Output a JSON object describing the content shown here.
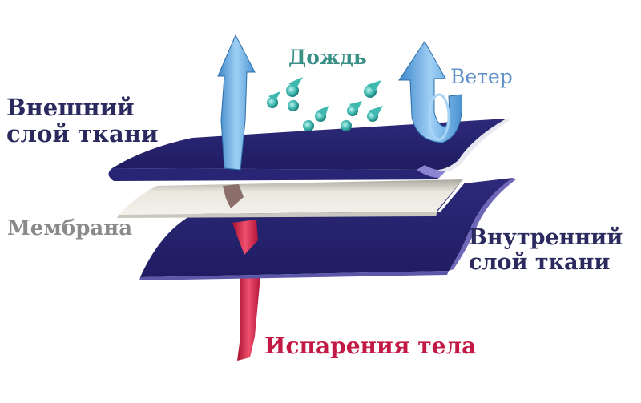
{
  "diagram": {
    "title": "Membrane fabric layers",
    "labels": {
      "outer_layer": [
        "Внешний",
        "слой ткани"
      ],
      "rain": "Дождь",
      "wind": "Ветер",
      "membrane": "Мембрана",
      "inner_layer": [
        "Внутренний",
        "слой ткани"
      ],
      "body_vapor": "Испарения тела"
    },
    "colors": {
      "fabric_layer": "#25226e",
      "fabric_edge": "#6f68b8",
      "membrane_layer": "#e4e2d8",
      "rain_drop": "#3fb8b0",
      "wind_arrow": "#6aa7e0",
      "vapor_arrow_out": "#6fb6ee",
      "vapor_arrow_in": "#d8204a",
      "label_dark": "#2a2a5e",
      "label_rain": "#3a8f86",
      "label_wind": "#5d8fc9",
      "label_membrane": "#8a8a8a",
      "label_vapor": "#c21a45"
    },
    "layers": [
      "outer fabric",
      "membrane",
      "inner fabric"
    ]
  }
}
